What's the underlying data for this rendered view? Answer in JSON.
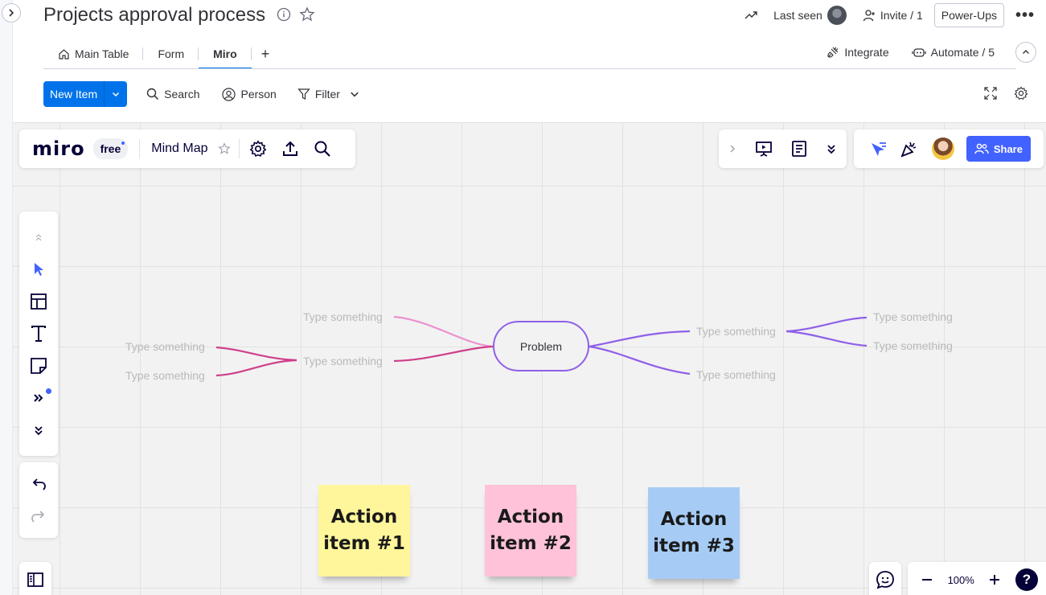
{
  "header": {
    "title": "Projects approval process",
    "last_seen_label": "Last seen",
    "invite_label": "Invite / 1",
    "powerups_label": "Power-Ups",
    "more_label": "•••"
  },
  "tabs": {
    "items": [
      {
        "label": "Main Table"
      },
      {
        "label": "Form"
      },
      {
        "label": "Miro"
      }
    ],
    "add_label": "+",
    "integrate_label": "Integrate",
    "automate_label": "Automate / 5"
  },
  "toolbar": {
    "new_item_label": "New Item",
    "search_label": "Search",
    "person_label": "Person",
    "filter_label": "Filter"
  },
  "miro": {
    "logo": "miro",
    "plan_badge": "free",
    "board_name": "Mind Map",
    "share_label": "Share",
    "zoom_level": "100%",
    "help_label": "?",
    "accent_color": "#4262ff"
  },
  "mindmap": {
    "root": "Problem",
    "left_upper": "Type something",
    "left_main": "Type something",
    "left_leaf_1": "Type something",
    "left_leaf_2": "Type something",
    "right_main": "Type something",
    "right_lower": "Type something",
    "right_leaf_1": "Type something",
    "right_leaf_2": "Type something"
  },
  "stickies": [
    {
      "line1": "Action",
      "line2": "item #1",
      "color": "#fff69b"
    },
    {
      "line1": "Action",
      "line2": "item #2",
      "color": "#ffc2d8"
    },
    {
      "line1": "Action",
      "line2": "item #3",
      "color": "#a6ccf5"
    }
  ]
}
